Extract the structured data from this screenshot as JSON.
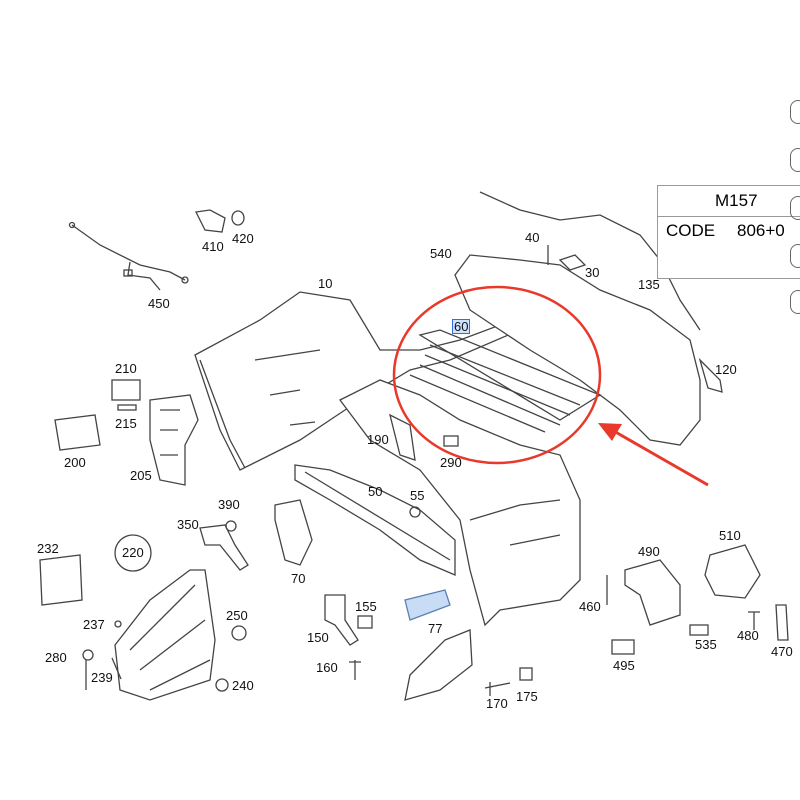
{
  "info_box": {
    "model": "M157",
    "code_label": "CODE",
    "code_value": "806+0"
  },
  "labels": {
    "l10": "10",
    "l30": "30",
    "l40": "40",
    "l50": "50",
    "l55": "55",
    "l60": "60",
    "l70": "70",
    "l77": "77",
    "l120": "120",
    "l135": "135",
    "l150": "150",
    "l155": "155",
    "l160": "160",
    "l170": "170",
    "l175": "175",
    "l190": "190",
    "l200": "200",
    "l205": "205",
    "l210": "210",
    "l215": "215",
    "l220": "220",
    "l232": "232",
    "l237": "237",
    "l239": "239",
    "l240": "240",
    "l250": "250",
    "l280": "280",
    "l290": "290",
    "l350": "350",
    "l390": "390",
    "l410": "410",
    "l420": "420",
    "l450": "450",
    "l460": "460",
    "l470": "470",
    "l480": "480",
    "l490": "490",
    "l495": "495",
    "l510": "510",
    "l535": "535",
    "l540": "540"
  },
  "colors": {
    "annotation": "#e8392b",
    "selection": "#2f6fe0",
    "line": "#444444"
  },
  "icons": {
    "side_tool": "round-button-icon"
  }
}
